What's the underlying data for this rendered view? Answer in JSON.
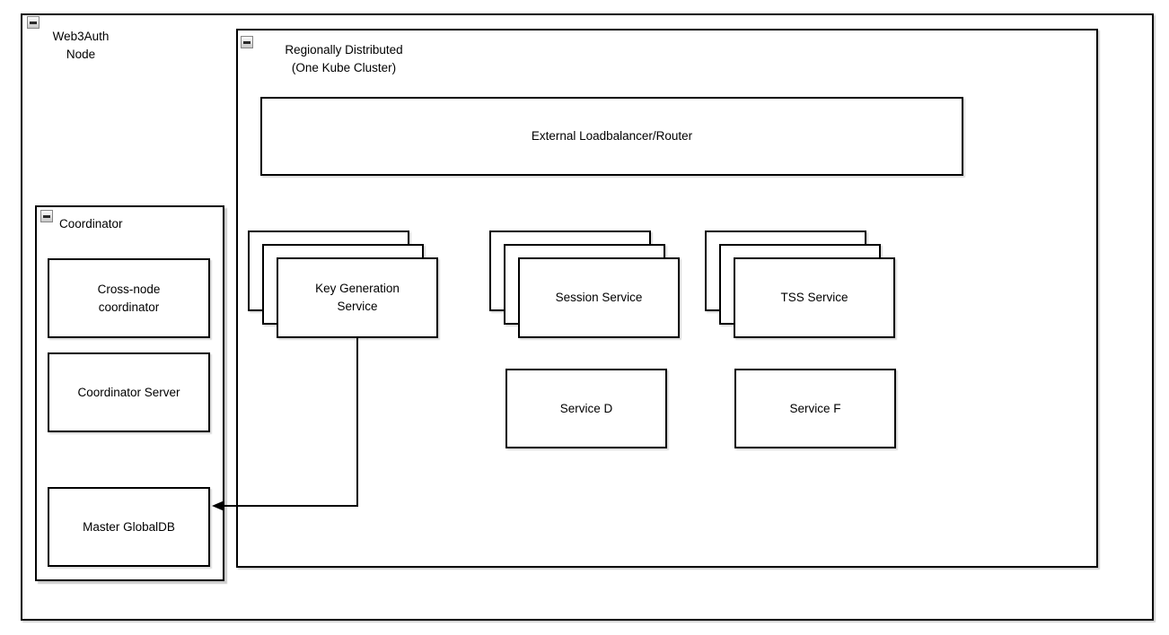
{
  "diagram": {
    "node_container": {
      "label": "Web3Auth\nNode",
      "collapse_icon": "minus"
    },
    "kube_cluster": {
      "label": "Regionally Distributed\n(One Kube Cluster)",
      "collapse_icon": "minus"
    },
    "loadbalancer": {
      "label": "External Loadbalancer/Router"
    },
    "service_stacks": [
      {
        "label": "Key Generation\nService",
        "replicas_shown": 3
      },
      {
        "label": "Session Service",
        "replicas_shown": 3
      },
      {
        "label": "TSS Service",
        "replicas_shown": 3
      }
    ],
    "services": [
      {
        "label": "Service D"
      },
      {
        "label": "Service F"
      }
    ],
    "coordinator": {
      "label": "Coordinator",
      "collapse_icon": "minus",
      "components": [
        {
          "label": "Cross-node\ncoordinator"
        },
        {
          "label": "Coordinator Server"
        },
        {
          "label": "Master GlobalDB"
        }
      ]
    },
    "edges": [
      {
        "from": "Key Generation Service",
        "to": "Master GlobalDB",
        "style": "orthogonal",
        "arrowhead": "solid-left"
      }
    ]
  },
  "colors": {
    "border": "#000000",
    "background": "#ffffff",
    "shadow": "#d8d8d8",
    "collapse_button_border": "#868686"
  }
}
